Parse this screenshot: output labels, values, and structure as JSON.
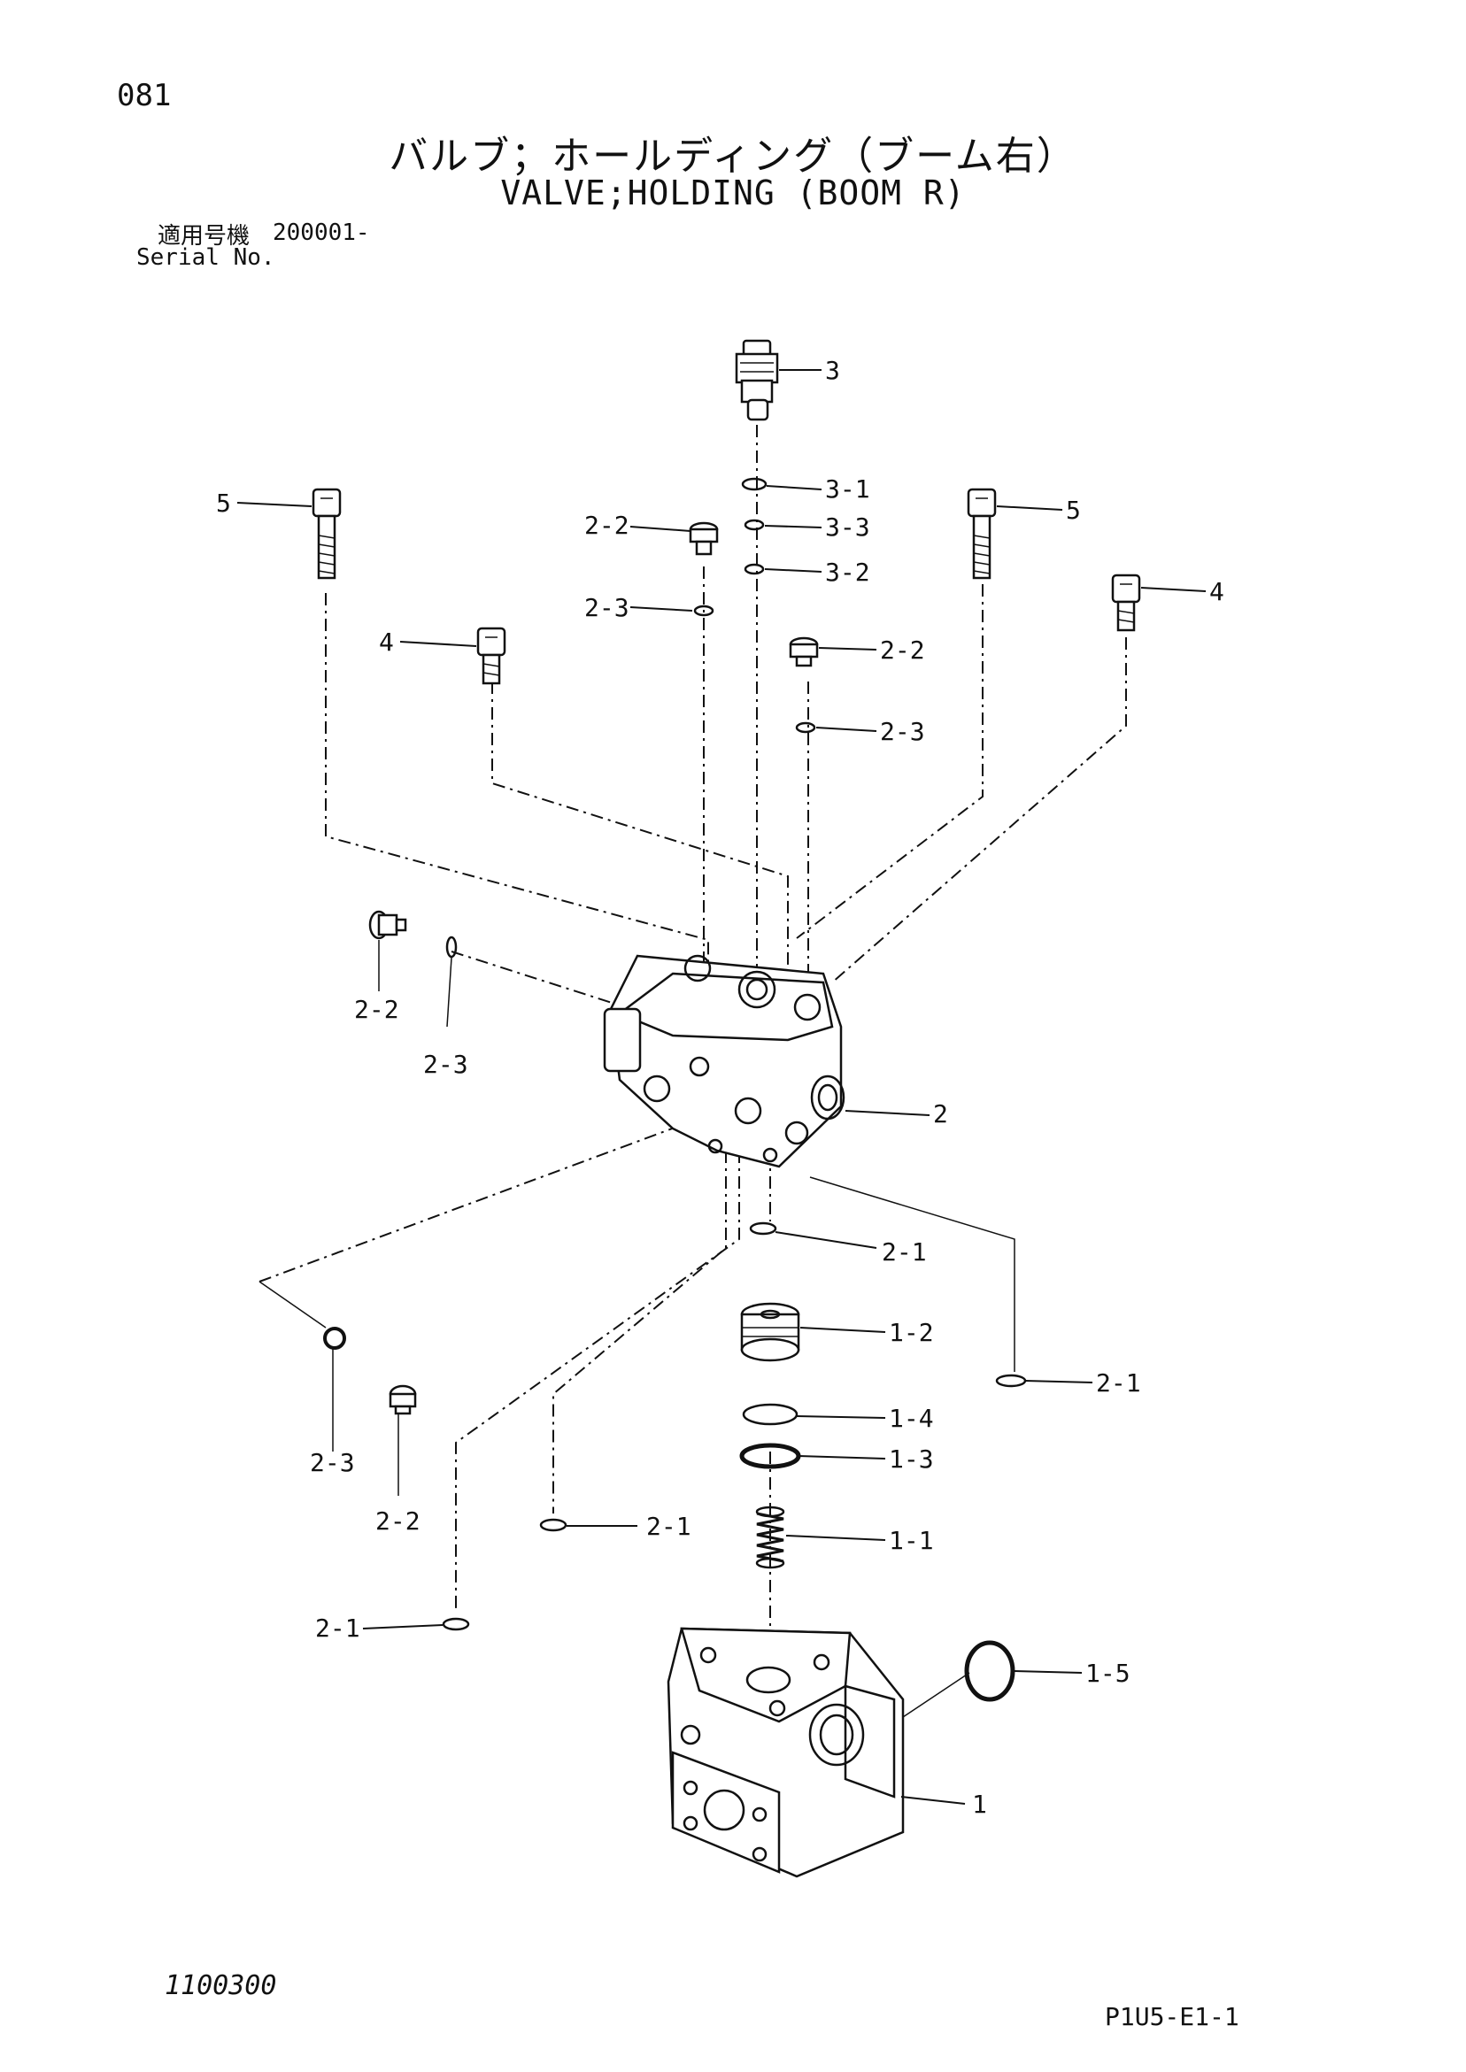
{
  "page_number": "081",
  "title_jp": "バルブ；ホールディング（ブーム右）",
  "title_en": "VALVE;HOLDING (BOOM R)",
  "serial": {
    "label_jp": "適用号機",
    "value": "200001-",
    "label_en": "Serial No."
  },
  "callouts": {
    "c3": "3",
    "c3_1": "3-1",
    "c3_3": "3-3",
    "c3_2": "3-2",
    "c5_left": "5",
    "c5_right": "5",
    "c2_2_top": "2-2",
    "c2_3_top": "2-3",
    "c4_left": "4",
    "c4_right": "4",
    "c2_2_mid": "2-2",
    "c2_3_mid": "2-3",
    "c2_2_side": "2-2",
    "c2_3_side": "2-3",
    "c2": "2",
    "c2_1_a": "2-1",
    "c1_2": "1-2",
    "c2_1_b": "2-1",
    "c1_4": "1-4",
    "c1_3": "1-3",
    "c2_3_low": "2-3",
    "c2_2_low": "2-2",
    "c2_1_c": "2-1",
    "c1_1": "1-1",
    "c2_1_d": "2-1",
    "c1_5": "1-5",
    "c1": "1"
  },
  "doc_code": "1100300",
  "drawing_code": "P1U5-E1-1"
}
